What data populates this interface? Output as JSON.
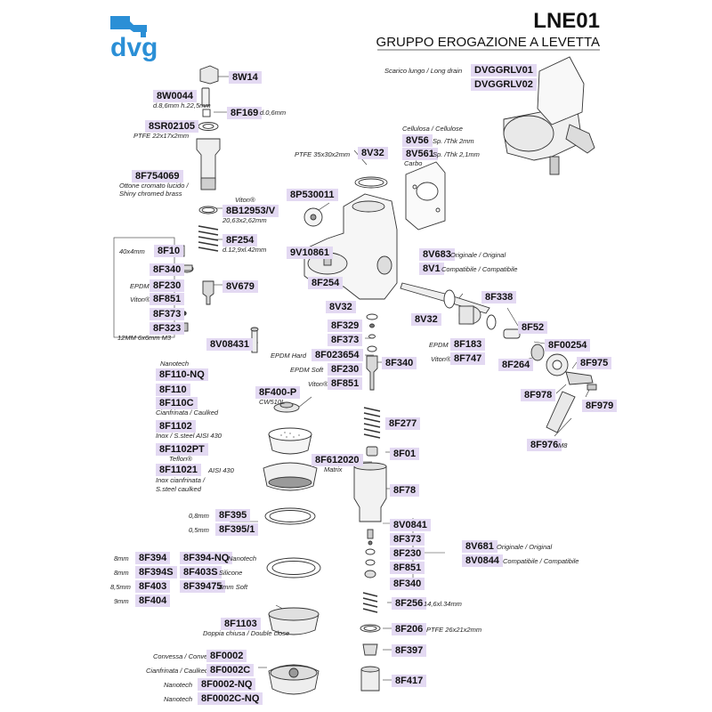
{
  "brand": {
    "name": "dvg",
    "color": "#2b8fd6"
  },
  "model": "LNE01",
  "subtitle": "GRUPPO EROGAZIONE A LEVETTA",
  "colors": {
    "label_bg": "#e3d9f2",
    "line": "#333333",
    "brand": "#2b8fd6"
  },
  "parts": [
    {
      "code": "8W14"
    },
    {
      "code": "8W0044",
      "note": "d.8,6mm h.22,5mm"
    },
    {
      "code": "8F169",
      "note": "d.0,6mm"
    },
    {
      "code": "8SR02105",
      "note": "PTFE 22x17x2mm"
    },
    {
      "code": "8F754069",
      "note": "Ottone cromato lucido /",
      "note2": "Shiny chromed brass"
    },
    {
      "code": "8B12953/V",
      "pre": "Viton®",
      "note": "20,63x2,62mm"
    },
    {
      "code": "8F254",
      "note": "d.12,9xl.42mm"
    },
    {
      "code": "8F10",
      "pre": "40x4mm"
    },
    {
      "code": "8F340"
    },
    {
      "code": "8F230",
      "pre": "EPDM"
    },
    {
      "code": "8F851",
      "pre": "Viton®"
    },
    {
      "code": "8V679"
    },
    {
      "code": "8F373"
    },
    {
      "code": "8F323",
      "note": "12MM 6x6mm M3"
    },
    {
      "code": "8V08431"
    },
    {
      "code": "8F110-NQ",
      "pre": "Nanotech"
    },
    {
      "code": "8F110"
    },
    {
      "code": "8F110C",
      "note": "Cianfrinata / Caulked"
    },
    {
      "code": "8F1102",
      "note": "Inox / S.steel AISI 430"
    },
    {
      "code": "8F1102PT",
      "note": "Teflon®"
    },
    {
      "code": "8F11021",
      "post": "AISI 430",
      "note": "Inox cianfrinata /",
      "note2": "S.steel caulked"
    },
    {
      "code": "8F400-P",
      "note": "CW510L"
    },
    {
      "code": "8F612020",
      "note": "Matrix"
    },
    {
      "code": "8F395",
      "pre": "0,8mm"
    },
    {
      "code": "8F395/1",
      "pre": "0,5mm"
    },
    {
      "code": "8F394",
      "pre": "8mm"
    },
    {
      "code": "8F394-NQ",
      "post": "Nanotech"
    },
    {
      "code": "8F394S",
      "pre": "8mm"
    },
    {
      "code": "8F403S",
      "post": "Silicone"
    },
    {
      "code": "8F403",
      "pre": "8,5mm"
    },
    {
      "code": "8F39475",
      "post": "8mm Soft"
    },
    {
      "code": "8F404",
      "pre": "9mm"
    },
    {
      "code": "8F1103",
      "note": "Doppia chiusa / Double close"
    },
    {
      "code": "8F0002",
      "pre": "Convessa / Convex"
    },
    {
      "code": "8F0002C",
      "pre": "Cianfrinata / Caulked"
    },
    {
      "code": "8F0002-NQ",
      "pre": "Nanotech"
    },
    {
      "code": "8F0002C-NQ",
      "pre": "Nanotech"
    },
    {
      "code": "DVGGRLV01",
      "pre": "Scarico lungo / Long drain"
    },
    {
      "code": "DVGGRLV02"
    },
    {
      "code": "8V56",
      "pre": "Cellulosa / Cellulose",
      "post": "Sp. /Thk 2mm"
    },
    {
      "code": "8V561",
      "post": "Sp. /Thk 2,1mm",
      "note": "Carbo"
    },
    {
      "code": "8V32",
      "pre": "PTFE 35x30x2mm"
    },
    {
      "code": "8P530011"
    },
    {
      "code": "9V10861"
    },
    {
      "code": "8F254"
    },
    {
      "code": "8V32"
    },
    {
      "code": "8V683",
      "post": "Originale / Original"
    },
    {
      "code": "8V1",
      "post": "Compatibile / Compatibile"
    },
    {
      "code": "8F338"
    },
    {
      "code": "8V32"
    },
    {
      "code": "8F329"
    },
    {
      "code": "8F373"
    },
    {
      "code": "8F023654",
      "pre": "EPDM Hard"
    },
    {
      "code": "8F230",
      "pre": "EPDM Soft"
    },
    {
      "code": "8F851",
      "pre": "Viton®"
    },
    {
      "code": "8F340"
    },
    {
      "code": "8F183",
      "pre": "EPDM"
    },
    {
      "code": "8F747",
      "pre": "Viton®"
    },
    {
      "code": "8F52"
    },
    {
      "code": "8F00254"
    },
    {
      "code": "8F264"
    },
    {
      "code": "8F975"
    },
    {
      "code": "8F978"
    },
    {
      "code": "8F979"
    },
    {
      "code": "8F976",
      "post": "M8"
    },
    {
      "code": "8F277"
    },
    {
      "code": "8F01"
    },
    {
      "code": "8F78"
    },
    {
      "code": "8V0841"
    },
    {
      "code": "8F373"
    },
    {
      "code": "8F230"
    },
    {
      "code": "8F851"
    },
    {
      "code": "8F340"
    },
    {
      "code": "8V681",
      "post": "Originale / Original"
    },
    {
      "code": "8V0844",
      "post": "Compatibile / Compatibile"
    },
    {
      "code": "8F256",
      "post": "14,6xl.34mm"
    },
    {
      "code": "8F206",
      "post": "PTFE 26x21x2mm"
    },
    {
      "code": "8F397"
    },
    {
      "code": "8F417"
    }
  ]
}
